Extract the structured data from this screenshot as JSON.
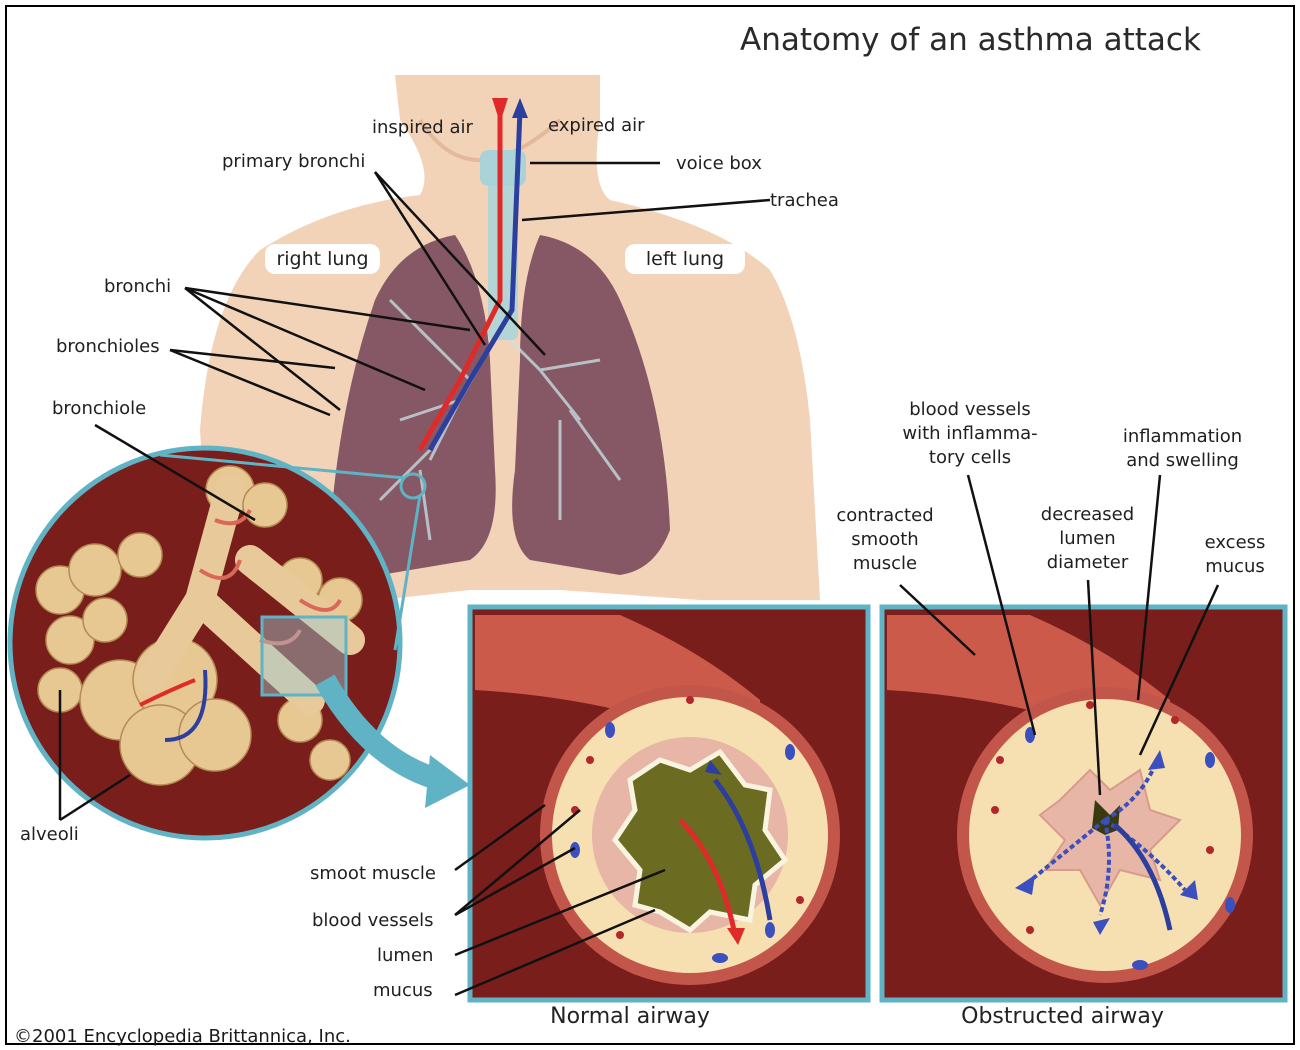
{
  "title": "Anatomy of an asthma attack",
  "labels": {
    "inspired_air": "inspired air",
    "expired_air": "expired air",
    "primary_bronchi": "primary bronchi",
    "voice_box": "voice box",
    "trachea": "trachea",
    "right_lung": "right lung",
    "left_lung": "left lung",
    "bronchi": "bronchi",
    "bronchioles": "bronchioles",
    "bronchiole": "bronchiole",
    "alveoli": "alveoli",
    "blood_vessels_inflam": [
      "blood vessels",
      "with inflamma-",
      "tory cells"
    ],
    "inflammation_swelling": [
      "inflammation",
      "and swelling"
    ],
    "contracted_smooth_muscle": [
      "contracted",
      "smooth",
      "muscle"
    ],
    "decreased_lumen": [
      "decreased",
      "lumen",
      "diameter"
    ],
    "excess_mucus": [
      "excess",
      "mucus"
    ],
    "smooth_muscle": "smoot muscle",
    "blood_vessels": "blood vessels",
    "lumen": "lumen",
    "mucus": "mucus"
  },
  "captions": {
    "normal": "Normal airway",
    "obstructed": "Obstructed airway"
  },
  "copyright": "©2001 Encyclopedia Brittannica, Inc.",
  "colors": {
    "frame": "#5fb3c4",
    "skin": "#f2d3b8",
    "lung": "#7a4a5c",
    "inspired": "#e02a2a",
    "expired": "#2c3f9e",
    "muscle": "#cc5a4a",
    "tissue": "#f6dfb0",
    "background_red": "#7a1e1c"
  }
}
